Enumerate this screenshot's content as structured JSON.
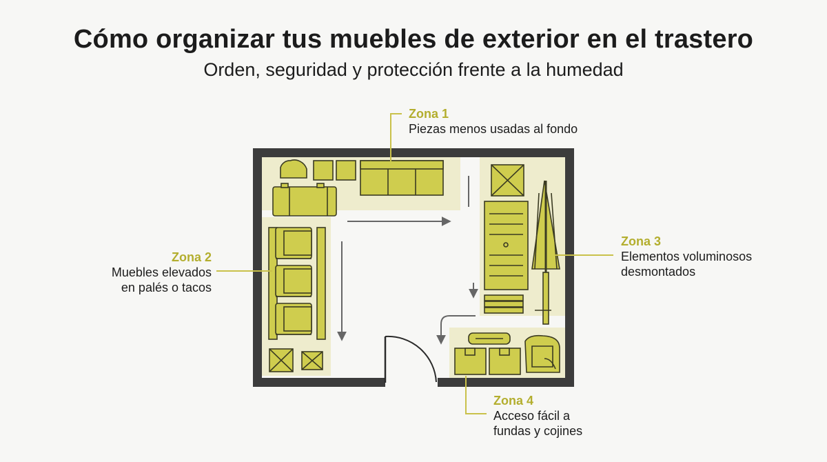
{
  "header": {
    "title": "Cómo organizar tus muebles de exterior en el trastero",
    "subtitle": "Orden, seguridad y protección frente a la humedad"
  },
  "zones": [
    {
      "id": "zone-1",
      "name": "Zona 1",
      "description": "Piezas menos usadas al fondo"
    },
    {
      "id": "zone-2",
      "name": "Zona 2",
      "description": "Muebles elevados\nen palés o tacos"
    },
    {
      "id": "zone-3",
      "name": "Zona 3",
      "description": "Elementos voluminosos\ndesmontados"
    },
    {
      "id": "zone-4",
      "name": "Zona 4",
      "description": "Acceso fácil a\nfundas y cojines"
    }
  ],
  "colors": {
    "furniture_fill": "#cfcd4e",
    "furniture_stroke": "#3a3a22",
    "zone_highlight": "#eeeccd",
    "wall": "#3c3c3c",
    "leader_line": "#c9c14a",
    "zone_label": "#b3ae2e",
    "arrow": "#666666",
    "background": "#f7f7f5"
  },
  "icons": {
    "table": "table-icon",
    "chair": "chair-icon",
    "sofa": "sofa-icon",
    "umbrella": "umbrella-icon",
    "box": "box-icon",
    "cushion": "cushion-icon",
    "door": "door-icon"
  }
}
